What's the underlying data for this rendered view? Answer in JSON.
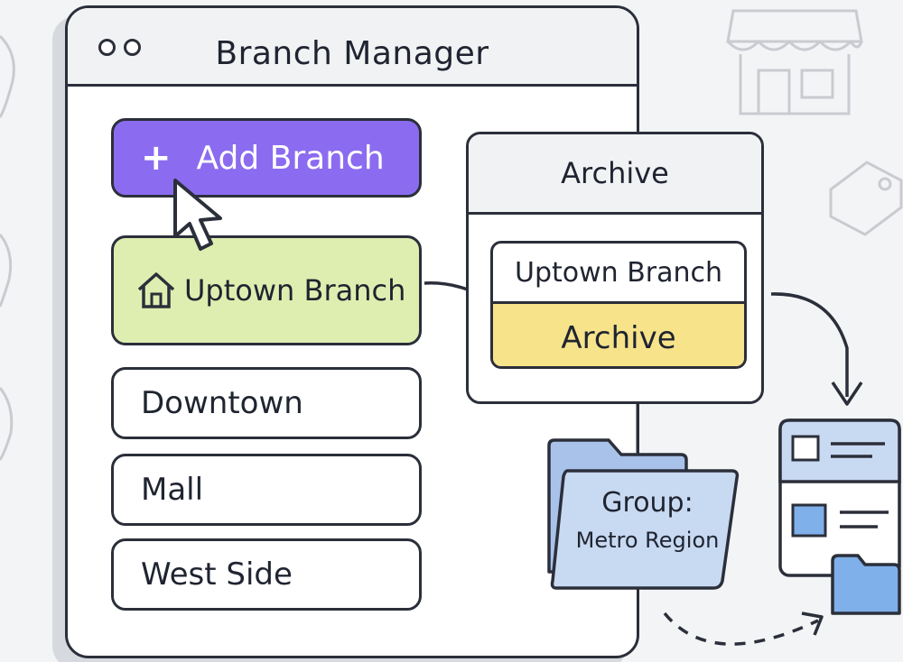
{
  "window": {
    "title": "Branch Manager"
  },
  "toolbar": {
    "add_branch_label": "Add Branch",
    "add_icon": "plus-icon"
  },
  "branches": [
    {
      "label": "Uptown Branch",
      "icon": "house-icon",
      "state": "selected"
    },
    {
      "label": "Downtown"
    },
    {
      "label": "Mall"
    },
    {
      "label": "West Side"
    }
  ],
  "archive_panel": {
    "title": "Archive",
    "item_label": "Uptown Branch",
    "action_label": "Archive"
  },
  "group": {
    "line1": "Group:",
    "line2": "Metro Region"
  },
  "colors": {
    "accent": "#8b6cf0",
    "selected_row": "#deeeb0",
    "archive_action": "#f6e38a",
    "folder": "#c8d9f2"
  }
}
